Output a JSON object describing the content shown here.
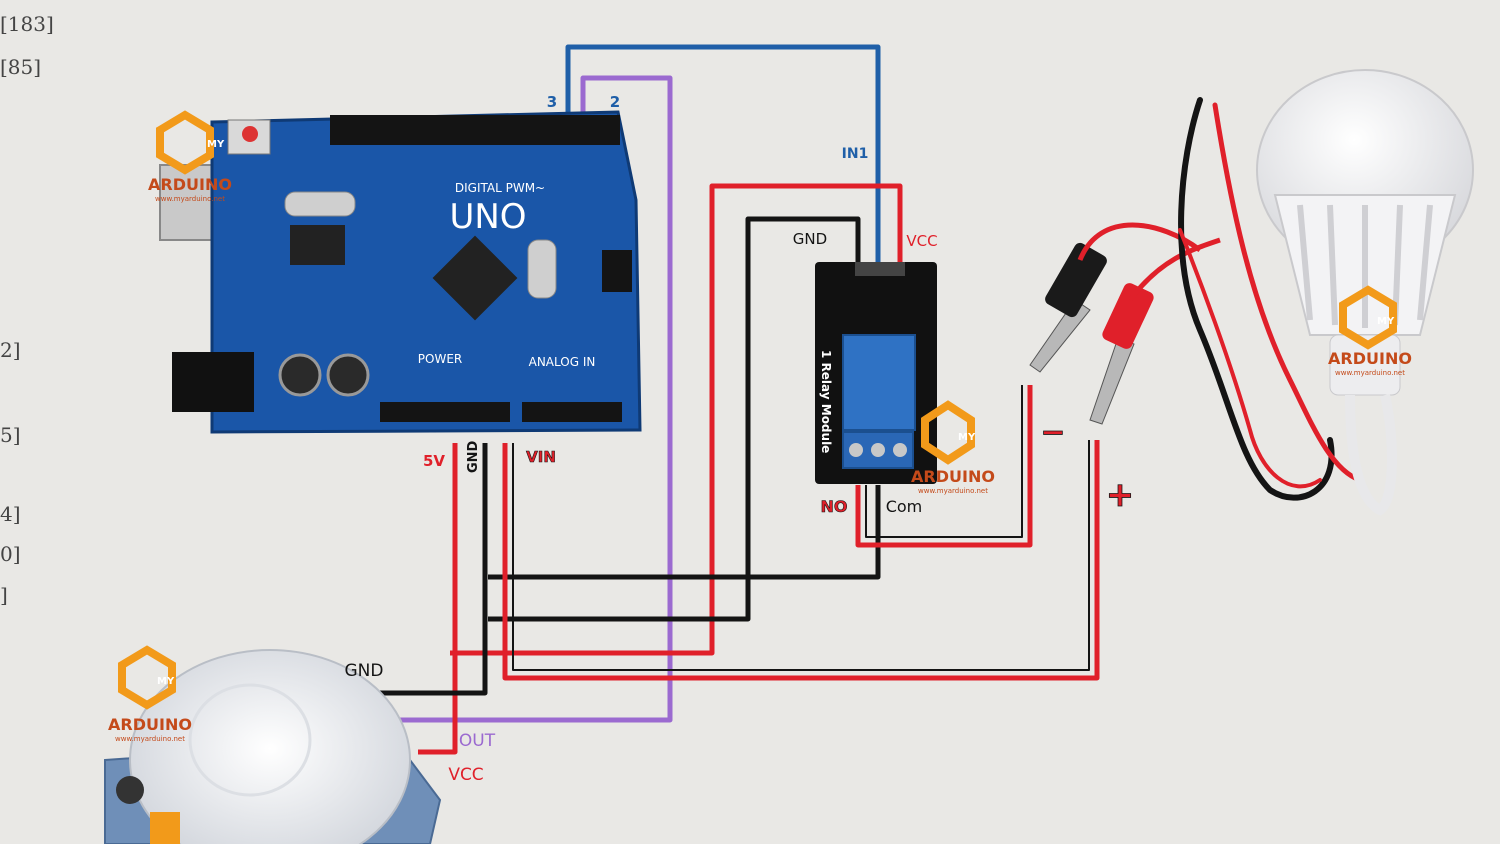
{
  "side_refs": [
    "[183]",
    "[85]",
    "2]",
    "5]",
    "4]",
    "0]",
    "]"
  ],
  "arduino": {
    "board_title": "UNO",
    "digital_label": "DIGITAL PWM~",
    "power_label": "POWER",
    "analog_label": "ANALOG IN",
    "pin_3": "3",
    "pin_2": "2",
    "pin_5v": "5V",
    "pin_gnd": "GND",
    "pin_vin": "VIN"
  },
  "relay": {
    "module_label": "1 Relay Module",
    "pin_in1": "IN1",
    "pin_gnd": "GND",
    "pin_vcc": "VCC",
    "pin_no": "NO",
    "pin_com": "Com"
  },
  "battery_clips": {
    "minus": "−",
    "plus": "+"
  },
  "pir_sensor": {
    "pin_gnd": "GND",
    "pin_out": "OUT",
    "pin_vcc": "VCC"
  },
  "watermark": {
    "brand": "ARDUINO",
    "badge": "MY",
    "url": "www.myarduino.net"
  },
  "colors": {
    "red": "#e0202a",
    "black": "#141414",
    "blue": "#1f5fa8",
    "purple": "#9b6ad0",
    "board_blue": "#1a56a8",
    "logo_orange": "#f29a1a"
  }
}
